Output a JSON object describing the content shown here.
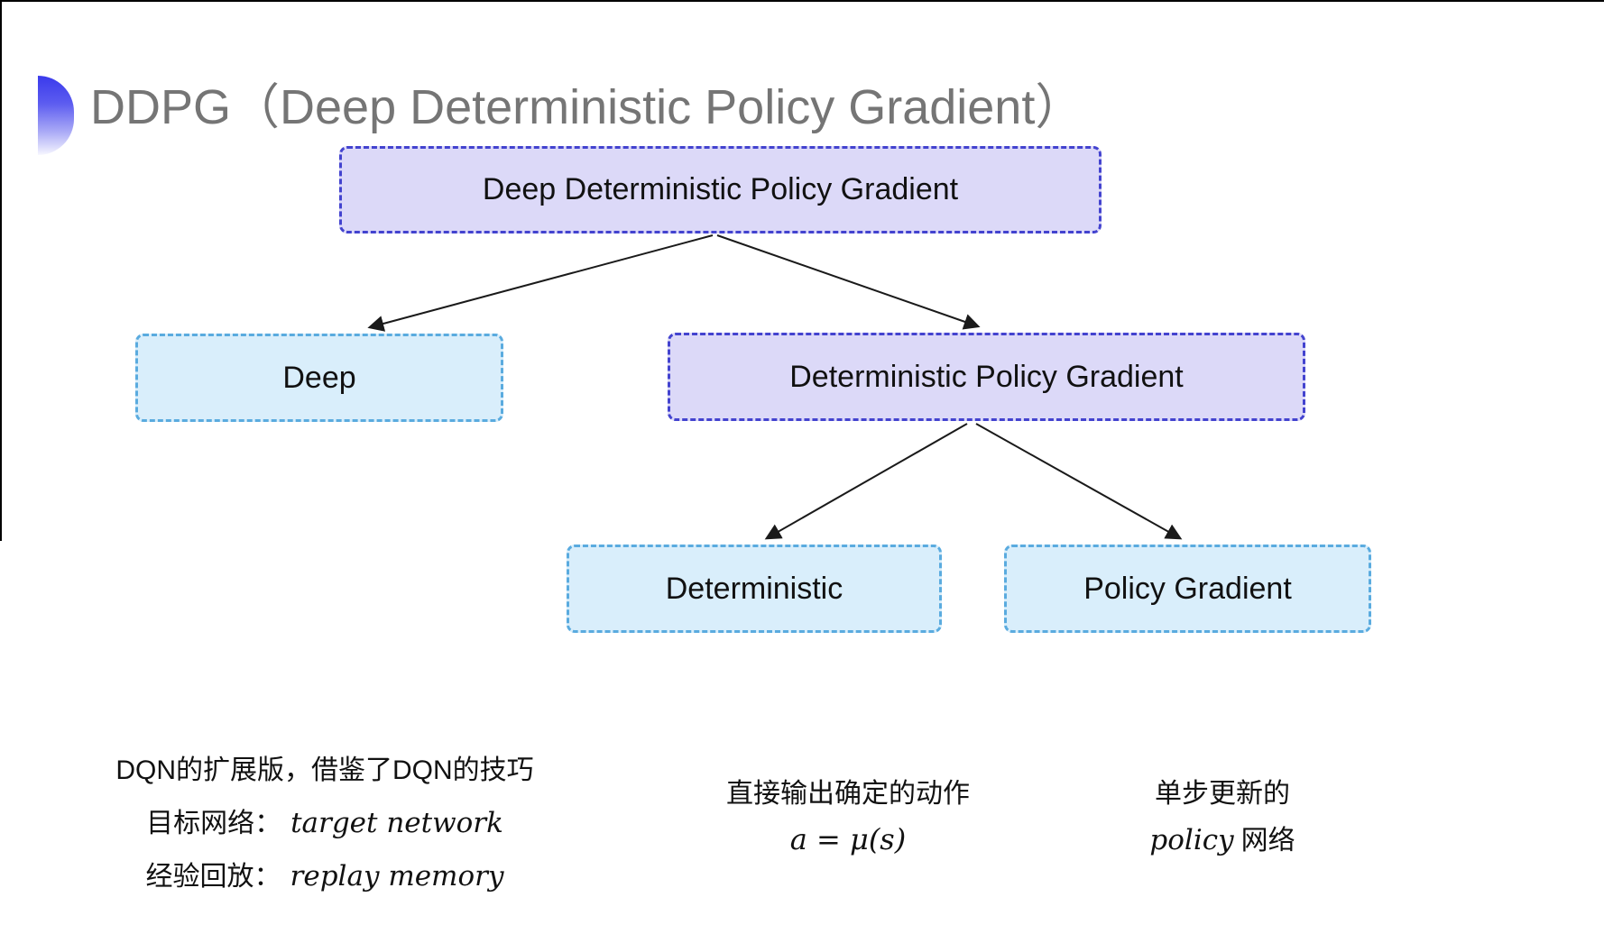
{
  "header": {
    "title": "DDPG（Deep Deterministic Policy Gradient）"
  },
  "diagram": {
    "nodes": [
      {
        "id": "root",
        "label": "Deep Deterministic Policy Gradient",
        "variant": "purple"
      },
      {
        "id": "deep",
        "label": "Deep",
        "variant": "cyan"
      },
      {
        "id": "dpg",
        "label": "Deterministic Policy Gradient",
        "variant": "purple"
      },
      {
        "id": "deterministic",
        "label": "Deterministic",
        "variant": "cyan"
      },
      {
        "id": "policy-gradient",
        "label": "Policy Gradient",
        "variant": "cyan"
      }
    ],
    "edges": [
      {
        "from": "root",
        "to": "deep"
      },
      {
        "from": "root",
        "to": "dpg"
      },
      {
        "from": "dpg",
        "to": "deterministic"
      },
      {
        "from": "dpg",
        "to": "policy-gradient"
      }
    ]
  },
  "notes": {
    "deep": {
      "line1": "DQN的扩展版，借鉴了DQN的技巧",
      "line2_label": "目标网络：",
      "line2_term": "target network",
      "line3_label": "经验回放：",
      "line3_term": "replay memory"
    },
    "deterministic": {
      "line1": "直接输出确定的动作",
      "formula": "a = μ(s)"
    },
    "policy_gradient": {
      "line1": "单步更新的",
      "term": "policy",
      "suffix": "网络"
    }
  },
  "colors": {
    "purple_node_fill": "#dcd9f8",
    "purple_node_border": "#4343cf",
    "cyan_node_fill": "#d9eefb",
    "cyan_node_border": "#5aabdf",
    "ornament_accent": "#3a3aec",
    "title_text": "#757575",
    "arrow": "#1a1a1a"
  }
}
